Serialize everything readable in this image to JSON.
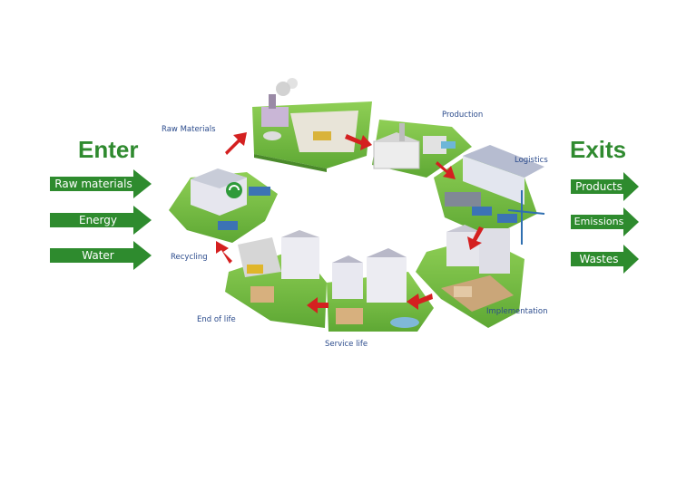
{
  "enter": {
    "title": "Enter",
    "items": [
      "Raw materials",
      "Energy",
      "Water"
    ]
  },
  "exits": {
    "title": "Exits",
    "items": [
      "Products",
      "Emissions",
      "Wastes"
    ]
  },
  "stages": {
    "raw_materials": "Raw Materials",
    "production": "Production",
    "logistics": "Logistics",
    "implementation": "Implementation",
    "service_life": "Service life",
    "end_of_life": "End of life",
    "recycling": "Recycling"
  },
  "colors": {
    "green_heading": "#2f8a2f",
    "green_arrow": "#2e8b2e",
    "red_arrow": "#d42020",
    "label_blue": "#2b4b8c",
    "grass": "#7cc04a"
  }
}
